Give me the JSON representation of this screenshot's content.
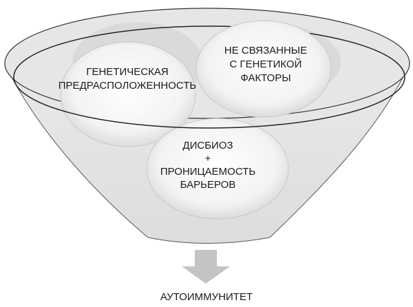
{
  "colors": {
    "funnel_fill": "#e3e3e3",
    "rim_fill": "#ffffff",
    "circle_fill": "#f4f4f4",
    "arrow": "#c4c4c4",
    "stroke": "#222222"
  },
  "factors": {
    "genetic": [
      "ГЕНЕТИЧЕСКАЯ",
      "ПРЕДРАСПОЛОЖЕННОСТЬ"
    ],
    "non_genetic": [
      "НЕ СВЯЗАННЫЕ",
      "С ГЕНЕТИКОЙ",
      "ФАКТОРЫ"
    ],
    "dysbiosis": [
      "ДИСБИОЗ",
      "+",
      "ПРОНИЦАЕМОСТЬ",
      "БАРЬЕРОВ"
    ]
  },
  "result": "АУТОИММУНИТЕТ"
}
